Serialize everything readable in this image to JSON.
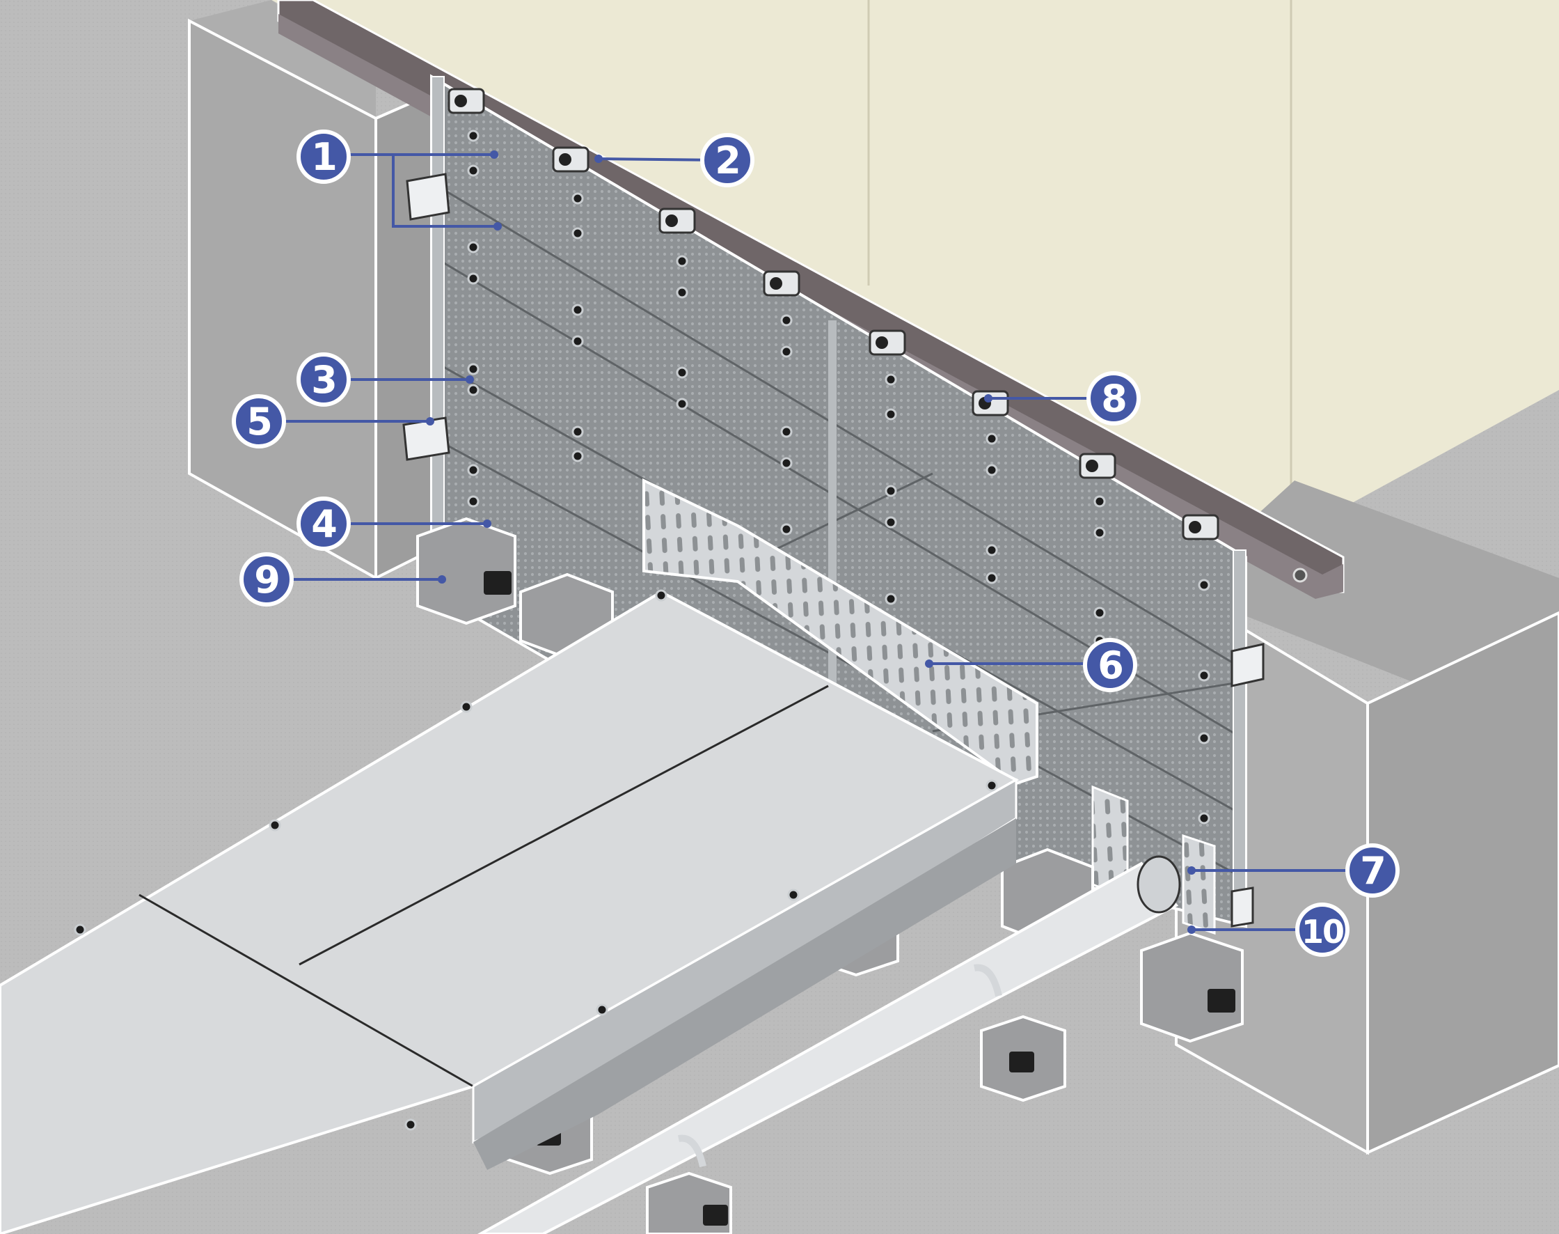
{
  "illustration": {
    "colors": {
      "floor": "#bdbdbd",
      "wall": "#ece9d4",
      "panel": "#8f9396",
      "mesh": "#9ea2a5",
      "steel": "#c8ccd0",
      "tray": "#d9dbdd",
      "rail": "#6f6668",
      "block": "#9b9c9e",
      "callout": "#4458a6",
      "outline": "#ffffff"
    },
    "callouts": [
      {
        "id": "1",
        "label": "1"
      },
      {
        "id": "2",
        "label": "2"
      },
      {
        "id": "3",
        "label": "3"
      },
      {
        "id": "4",
        "label": "4"
      },
      {
        "id": "5",
        "label": "5"
      },
      {
        "id": "6",
        "label": "6"
      },
      {
        "id": "7",
        "label": "7"
      },
      {
        "id": "8",
        "label": "8"
      },
      {
        "id": "9",
        "label": "9"
      },
      {
        "id": "10",
        "label": "10"
      }
    ]
  }
}
